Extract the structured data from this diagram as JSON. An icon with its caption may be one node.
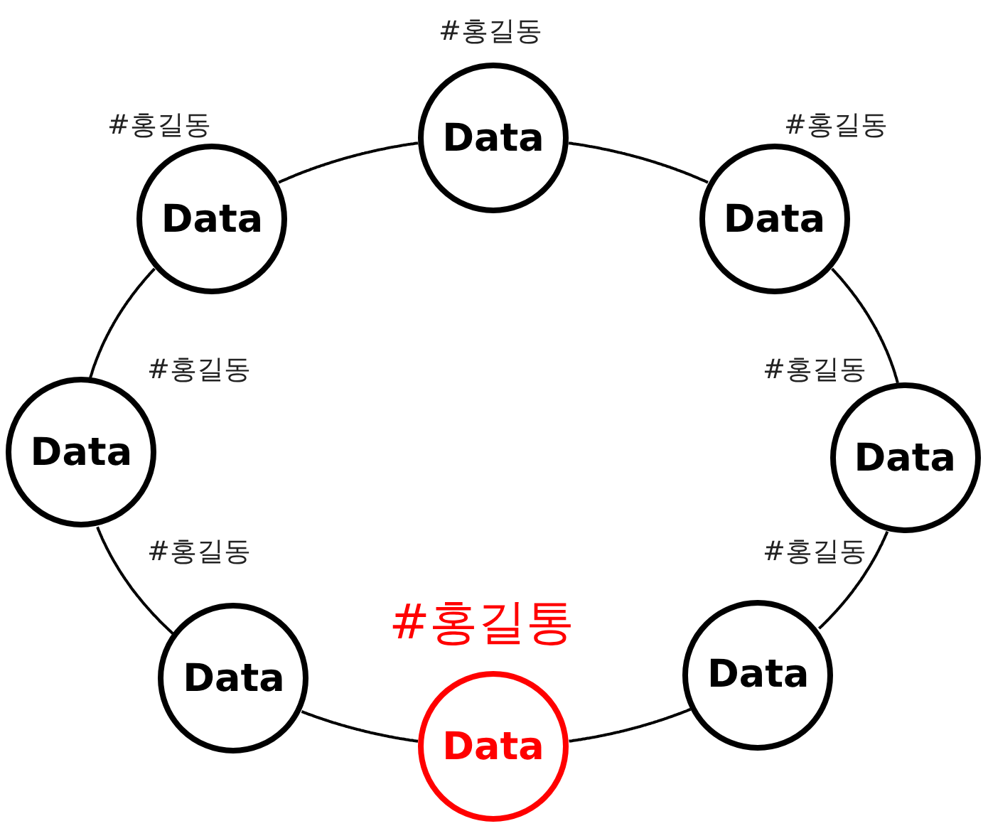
{
  "diagram": {
    "nodes": [
      {
        "text": [
          "Data"
        ],
        "beside": [
          "#홍길동"
        ]
      },
      {
        "text": [
          "Data"
        ],
        "beside": [
          "#홍길동"
        ]
      },
      {
        "text": [
          "Data"
        ],
        "beside": [
          "#홍길동"
        ]
      },
      {
        "text": [
          "Data"
        ]
      },
      {
        "text": [
          "Data"
        ]
      },
      {
        "text": [
          "Data"
        ]
      },
      {
        "text": [
          "Data"
        ]
      },
      {
        "text": [
          "Data"
        ],
        "beside": [
          "#홍길통"
        ]
      }
    ],
    "edges": [
      {
        "from": 0,
        "to": 2,
        "arrow": "none"
      },
      {
        "from": 2,
        "to": 4,
        "arrow": "none"
      },
      {
        "from": 4,
        "to": 6,
        "arrow": "none"
      },
      {
        "from": 6,
        "to": 7,
        "arrow": "none"
      },
      {
        "from": 7,
        "to": 5,
        "arrow": "none"
      },
      {
        "from": 5,
        "to": 3,
        "arrow": "none"
      },
      {
        "from": 3,
        "to": 1,
        "arrow": "none"
      },
      {
        "from": 1,
        "to": 0,
        "arrow": "none"
      }
    ],
    "labels": [
      "#홍길동",
      "#홍길동",
      "#홍길동",
      "#홍길동"
    ]
  }
}
